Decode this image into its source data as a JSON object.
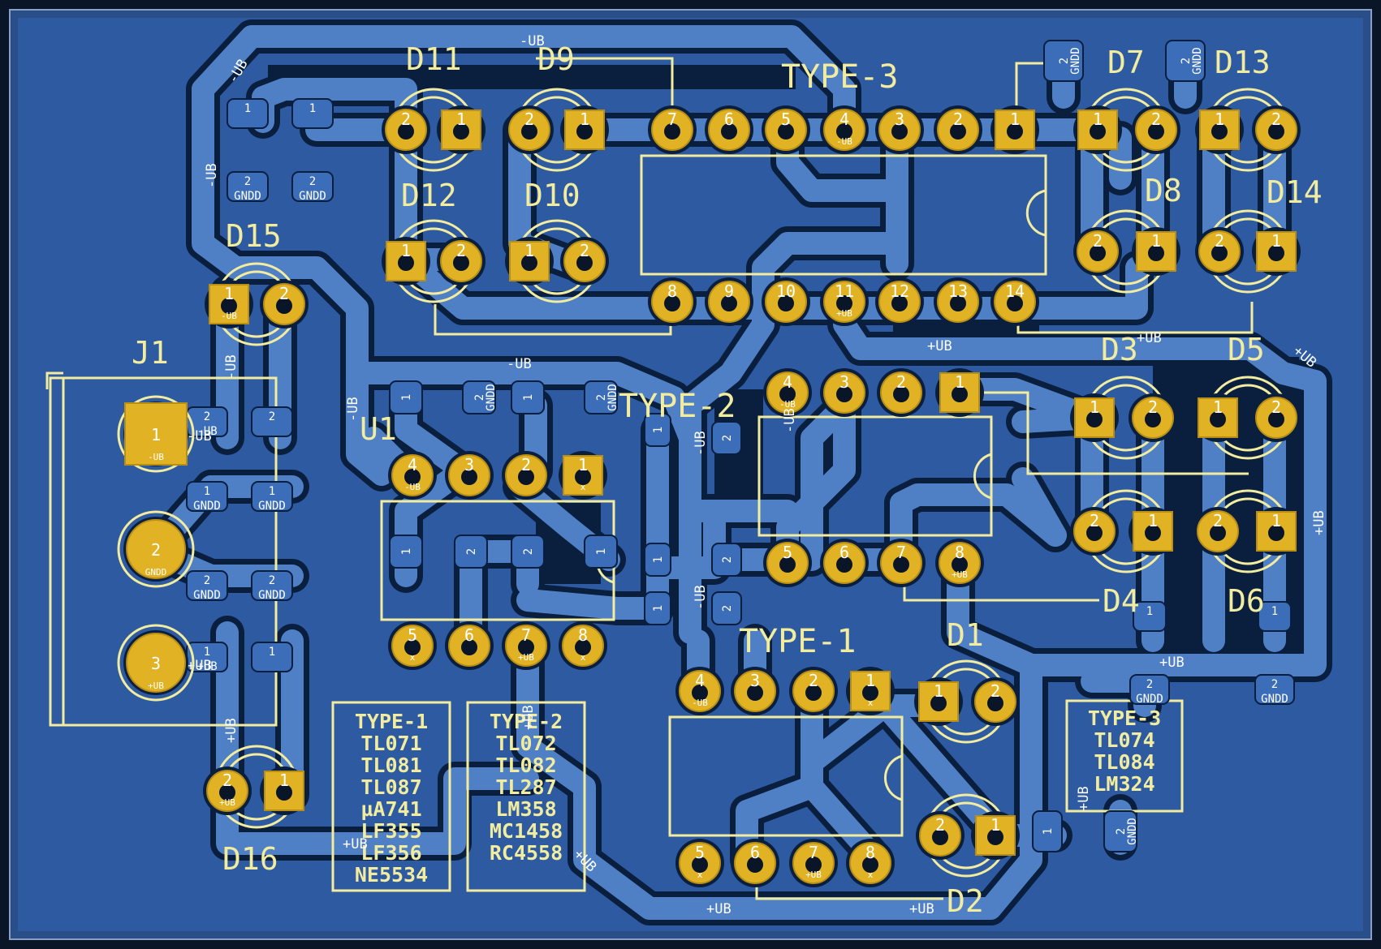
{
  "board": {
    "colors": {
      "background": "#2a4e88",
      "copper_fill": "#2d5aa0",
      "trace": "#4f80c6",
      "pad": "#e1b224",
      "silkscreen": "#f2eca0",
      "void": "#0a1e3e"
    }
  },
  "refs": {
    "J1": "J1",
    "U1": "U1",
    "D1": "D1",
    "D2": "D2",
    "D3": "D3",
    "D4": "D4",
    "D5": "D5",
    "D6": "D6",
    "D7": "D7",
    "D8": "D8",
    "D9": "D9",
    "D10": "D10",
    "D11": "D11",
    "D12": "D12",
    "D13": "D13",
    "D14": "D14",
    "D15": "D15",
    "D16": "D16",
    "type1": "TYPE-1",
    "type2": "TYPE-2",
    "type3": "TYPE-3"
  },
  "notes": {
    "type1": [
      "TYPE-1",
      "TL071",
      "TL081",
      "TL087",
      "µA741",
      "LF355",
      "LF356",
      "NE5534"
    ],
    "type2": [
      "TYPE-2",
      "TL072",
      "TL082",
      "TL287",
      "LM358",
      "MC1458",
      "RC4558"
    ],
    "type3": [
      "TYPE-3",
      "TL074",
      "TL084",
      "LM324"
    ]
  },
  "connector": {
    "pins": [
      {
        "num": "1",
        "net": "-UB"
      },
      {
        "num": "2",
        "net": "GNDD"
      },
      {
        "num": "3",
        "net": "+UB"
      }
    ]
  },
  "nets": {
    "neg": "-UB",
    "pos": "+UB",
    "gnd": "GNDD",
    "nc": "x"
  },
  "icons": {
    "mounting_hole": "pad-hole-icon",
    "notch": "ic-notch-icon"
  }
}
